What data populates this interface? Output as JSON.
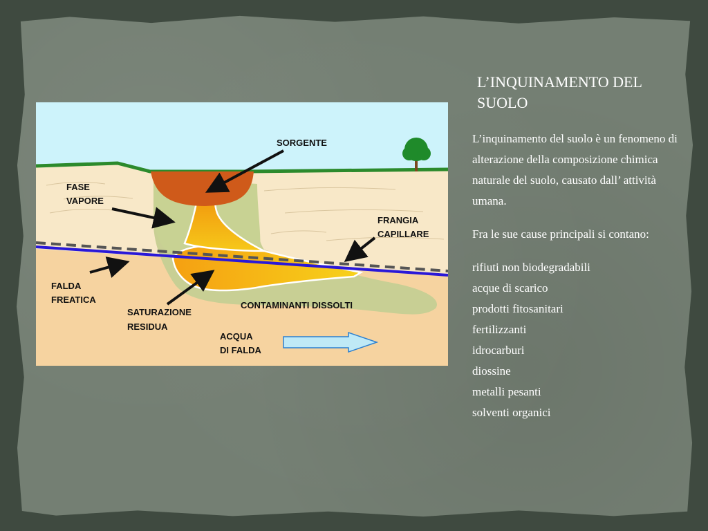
{
  "slide": {
    "title_lines": [
      "L’INQUINAMENTO DEL",
      "SUOLO"
    ],
    "intro": "L’inquinamento del suolo è un fenomeno di alterazione della composizione chimica naturale del suolo, causato dall’ attività umana.",
    "causes_intro": " Fra le sue cause principali si contano:",
    "causes": [
      " rifiuti non biodegradabili",
      "acque di scarico",
      "prodotti fitosanitari",
      "fertilizzanti",
      "idrocarburi",
      "diossine",
      "metalli pesanti",
      "solventi organici"
    ]
  },
  "diagram": {
    "labels": {
      "sorgente": "SORGENTE",
      "fase_1": "FASE",
      "fase_2": "VAPORE",
      "frangia_1": "FRANGIA",
      "frangia_2": "CAPILLARE",
      "falda_1": "FALDA",
      "falda_2": "FREATICA",
      "saturazione_1": "SATURAZIONE",
      "saturazione_2": "RESIDUA",
      "contaminanti": "CONTAMINANTI DISSOLTI",
      "acqua_1": "ACQUA",
      "acqua_2": "DI FALDA"
    }
  },
  "colors": {
    "sky": "#cdf3fb",
    "topsoil": "#f8e8c8",
    "subsoil": "#f6d3a0",
    "grass": "#2c8a2c",
    "water_table": "#2a18d8",
    "plume": "#c8cf94",
    "source": "#cf5a1a",
    "arrow_blue": "#bfe9f6"
  }
}
